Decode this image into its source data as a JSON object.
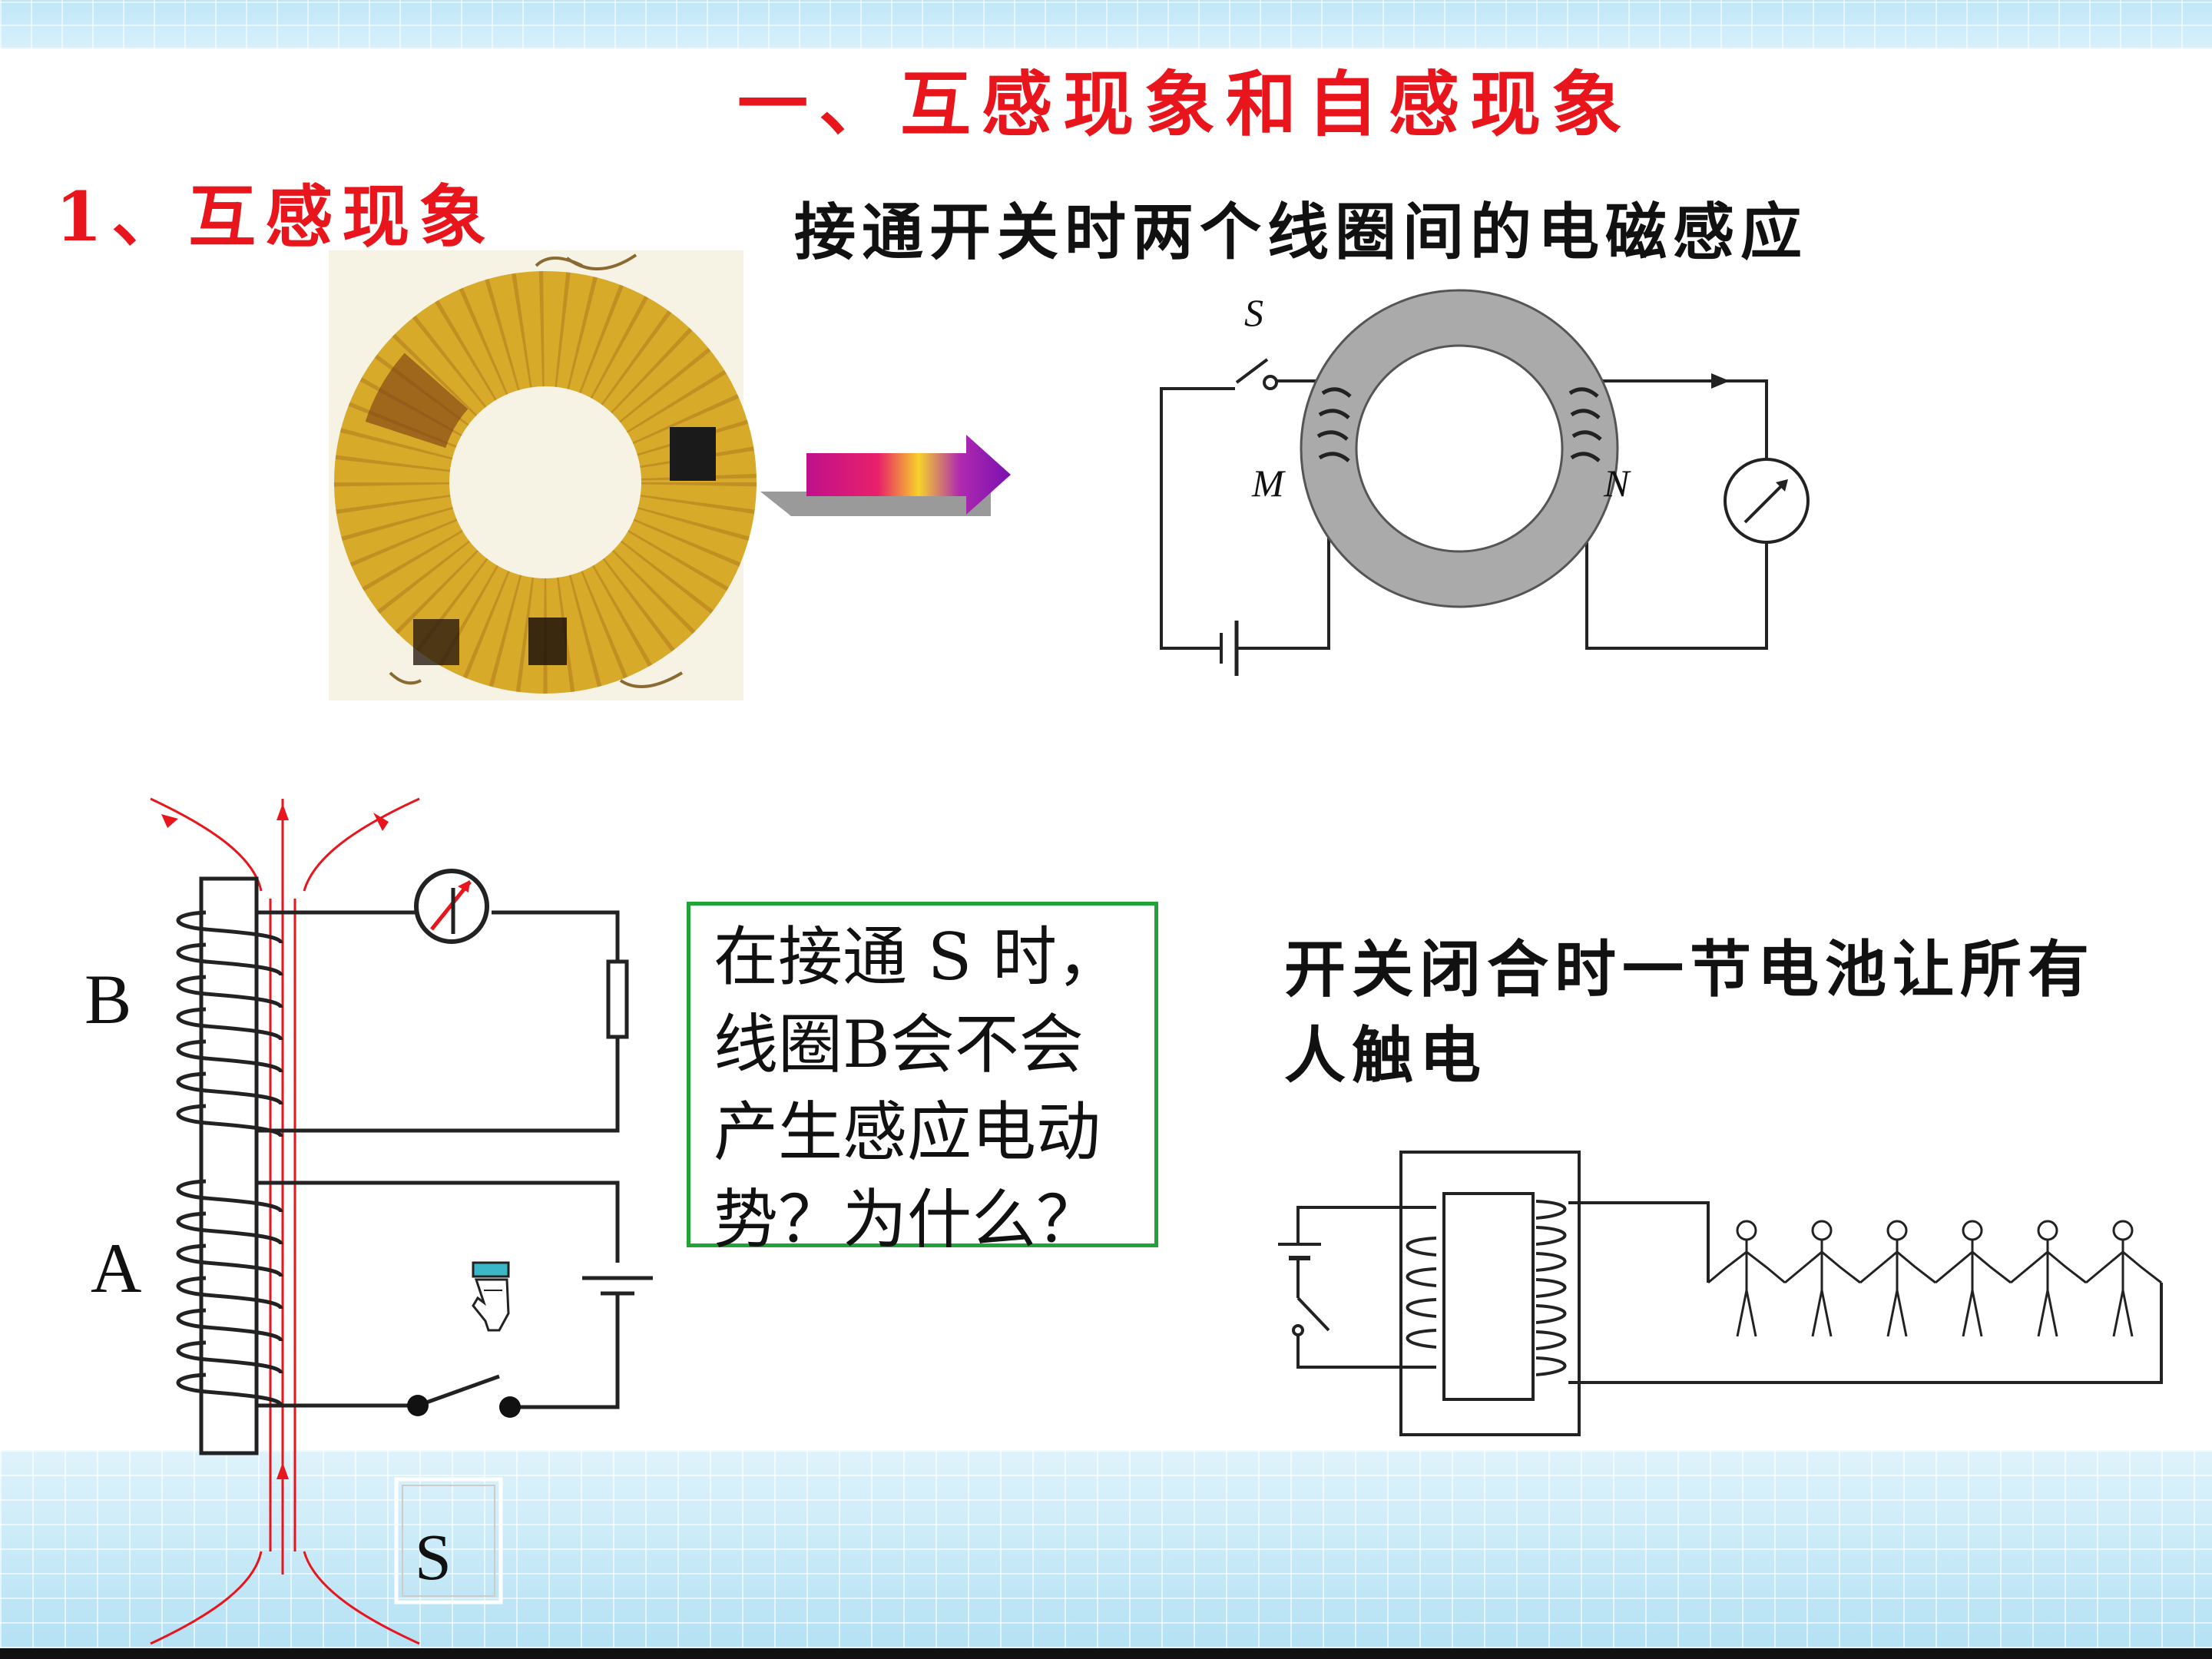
{
  "slide": {
    "title": "一、互感现象和自感现象",
    "section_heading": "1、互感现象",
    "diagram1_caption": "接通开关时两个线圈间的电磁感应",
    "circuit1_labels": {
      "switch": "S",
      "coil_left": "M",
      "coil_right": "N"
    },
    "coil_labels": {
      "top_coil": "B",
      "bottom_coil": "A",
      "switch": "S"
    },
    "question_lines": [
      "在接通 S 时，",
      "线圈B会不会",
      "产生感应电动",
      "势？为什么？"
    ],
    "diagram3_caption": "开关闭合时一节电池让所有人触电"
  },
  "colors": {
    "heading_red": "#e8161c",
    "frame_green": "#22a33a",
    "ring_gold": "#d8aa2a"
  },
  "icons": [
    "toroid-photo",
    "gradient-arrow-icon",
    "galvanometer-icon",
    "pointing-hand-icon",
    "battery-icon",
    "person-icon"
  ]
}
